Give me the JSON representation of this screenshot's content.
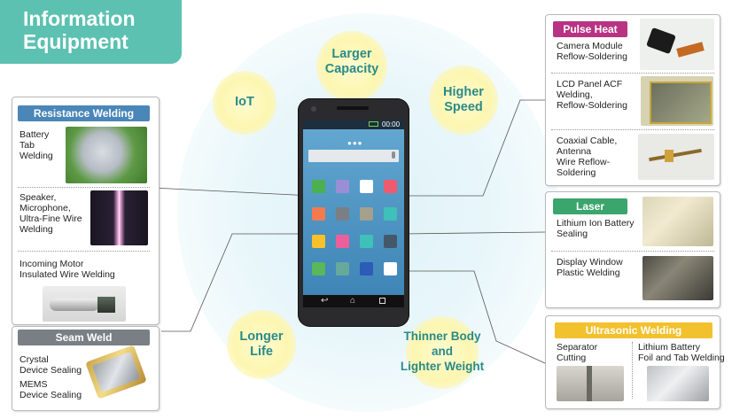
{
  "title": {
    "line1": "Information",
    "line2": "Equipment"
  },
  "features": {
    "iot": "IoT",
    "larger_capacity": [
      "Larger",
      "Capacity"
    ],
    "higher_speed": [
      "Higher",
      "Speed"
    ],
    "longer_life": [
      "Longer",
      "Life"
    ],
    "thinner": [
      "Thinner Body",
      "and",
      "Lighter Weight"
    ]
  },
  "resistance": {
    "header": "Resistance Welding",
    "battery_tab": [
      "Battery",
      "Tab",
      "Welding"
    ],
    "speaker": [
      "Speaker,",
      "Microphone,",
      "Ultra-Fine Wire",
      "Welding"
    ],
    "motor": [
      "Incoming Motor",
      "Insulated Wire Welding"
    ]
  },
  "seam": {
    "header": "Seam Weld",
    "crystal": [
      "Crystal",
      "Device Sealing"
    ],
    "mems": [
      "MEMS",
      "Device Sealing"
    ]
  },
  "pulse": {
    "header": "Pulse Heat",
    "camera": [
      "Camera Module",
      "Reflow-Soldering"
    ],
    "lcd": [
      "LCD Panel ACF",
      "Welding,",
      "Reflow-Soldering"
    ],
    "coax": [
      "Coaxial Cable,",
      "Antenna",
      "Wire Reflow-",
      "Soldering"
    ]
  },
  "laser": {
    "header": "Laser",
    "battery": [
      "Lithium Ion Battery",
      "Sealing"
    ],
    "window": [
      "Display Window",
      "Plastic Welding"
    ]
  },
  "ultrasonic": {
    "header": "Ultrasonic Welding",
    "separator": [
      "Separator",
      "Cutting"
    ],
    "foil": [
      "Lithium Battery",
      "Foil and Tab Welding"
    ]
  },
  "phone": {
    "time": "00:00"
  },
  "colors": {
    "title_bg": "#5cc1b1",
    "resistance": "#4a86b8",
    "seam": "#7a7f86",
    "pulse": "#b83383",
    "laser": "#3aa56c",
    "ultrasonic": "#f2c12e",
    "feature_text": "#2a8a88"
  }
}
